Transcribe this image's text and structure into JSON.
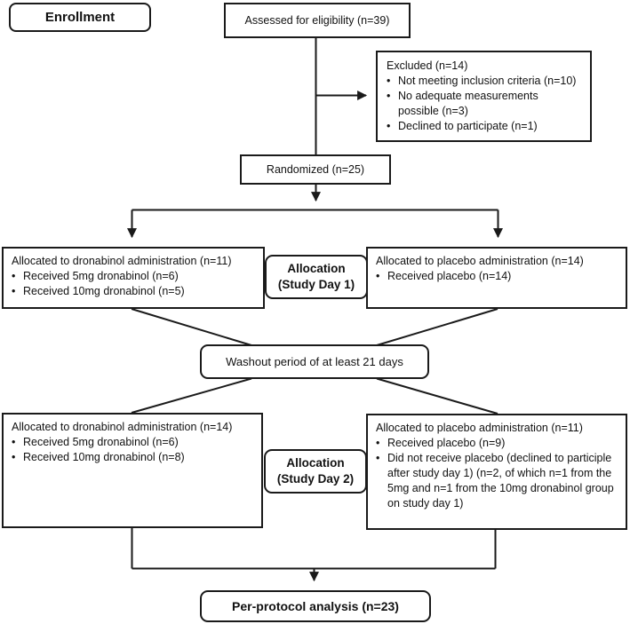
{
  "diagram": {
    "stage_label": "Enrollment",
    "boxes": {
      "assessed": {
        "text": "Assessed for eligibility (n=39)"
      },
      "excluded": {
        "title": "Excluded (n=14)",
        "bullets": [
          "Not meeting inclusion criteria (n=10)",
          "No adequate measurements possible (n=3)",
          "Declined to participate (n=1)"
        ]
      },
      "randomized": {
        "text": "Randomized (n=25)"
      },
      "alloc1_left": {
        "title": "Allocated to dronabinol administration (n=11)",
        "bullets": [
          "Received 5mg dronabinol (n=6)",
          "Received 10mg dronabinol (n=5)"
        ]
      },
      "alloc1_label": {
        "line1": "Allocation",
        "line2": "(Study Day 1)"
      },
      "alloc1_right": {
        "title": "Allocated to placebo administration (n=14)",
        "bullets": [
          "Received placebo (n=14)"
        ]
      },
      "washout": {
        "text": "Washout period of at least 21 days"
      },
      "alloc2_left": {
        "title": "Allocated to dronabinol administration (n=14)",
        "bullets": [
          "Received 5mg dronabinol (n=6)",
          "Received 10mg dronabinol (n=8)"
        ]
      },
      "alloc2_label": {
        "line1": "Allocation",
        "line2": "(Study Day 2)"
      },
      "alloc2_right": {
        "title": "Allocated to placebo administration (n=11)",
        "bullets": [
          "Received placebo (n=9)",
          "Did not receive placebo (declined to participle after study day 1) (n=2, of which n=1 from the 5mg and n=1 from the 10mg dronabinol group on study day 1)"
        ]
      },
      "per_protocol": {
        "text": "Per-protocol analysis (n=23)"
      }
    },
    "colors": {
      "line": "#1a1a1a",
      "box_border": "#1a1a1a",
      "text": "#111111",
      "background": "#ffffff"
    }
  }
}
